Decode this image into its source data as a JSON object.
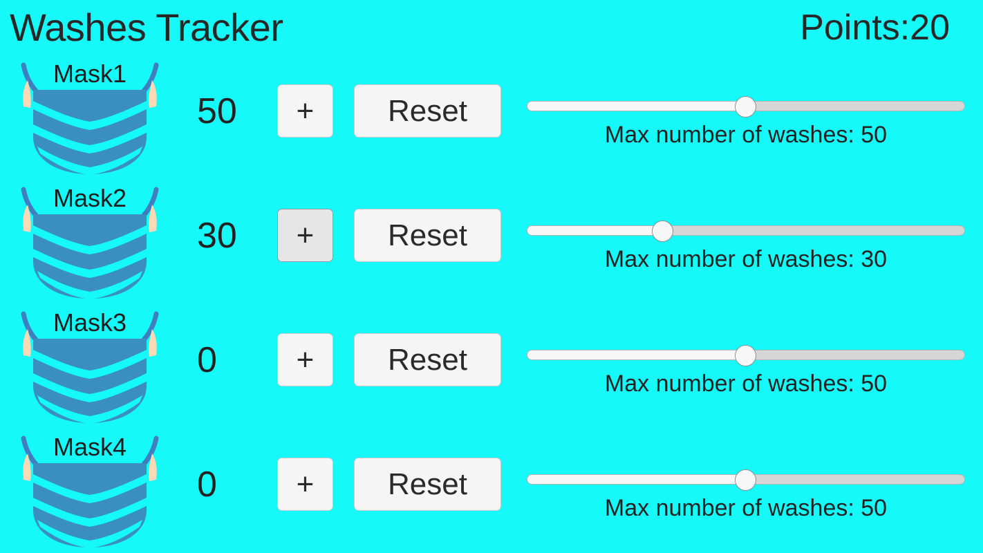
{
  "header": {
    "title": "Washes Tracker",
    "points_label": "Points:20"
  },
  "colors": {
    "background": "#15f9f9",
    "mask_body": "#3a8ec0",
    "mask_strap": "#3f7fc0",
    "mask_ear": "#ffd9b3",
    "button_face": "#f5f5f5",
    "button_face_active": "#e6e6e6",
    "button_border": "#c9c9c9",
    "track_filled": "#f7f7f7",
    "track_empty": "#d6d6d6",
    "text": "#222222"
  },
  "rows": [
    {
      "mask_label": "Mask1",
      "mask_icon": "face-mask-icon",
      "count": "50",
      "plus_label": "+",
      "plus_active": false,
      "reset_label": "Reset",
      "slider_percent": 50,
      "slider_caption": "Max number of washes: 50",
      "max_washes": 50
    },
    {
      "mask_label": "Mask2",
      "mask_icon": "face-mask-icon",
      "count": "30",
      "plus_label": "+",
      "plus_active": true,
      "reset_label": "Reset",
      "slider_percent": 31,
      "slider_caption": "Max number of washes: 30",
      "max_washes": 30
    },
    {
      "mask_label": "Mask3",
      "mask_icon": "face-mask-icon",
      "count": "0",
      "plus_label": "+",
      "plus_active": false,
      "reset_label": "Reset",
      "slider_percent": 50,
      "slider_caption": "Max number of washes: 50",
      "max_washes": 50
    },
    {
      "mask_label": "Mask4",
      "mask_icon": "face-mask-icon",
      "count": "0",
      "plus_label": "+",
      "plus_active": false,
      "reset_label": "Reset",
      "slider_percent": 50,
      "slider_caption": "Max number of washes: 50",
      "max_washes": 50
    }
  ]
}
